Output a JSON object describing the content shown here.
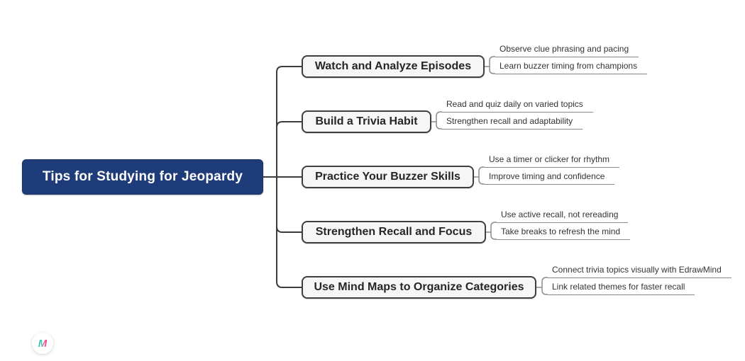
{
  "root": {
    "label": "Tips for Studying for Jeopardy"
  },
  "branches": [
    {
      "label": "Watch and Analyze Episodes",
      "children": [
        "Observe clue phrasing and pacing",
        "Learn buzzer timing from champions"
      ]
    },
    {
      "label": "Build a Trivia Habit",
      "children": [
        "Read and quiz daily on varied topics",
        "Strengthen recall and adaptability"
      ]
    },
    {
      "label": "Practice Your Buzzer Skills",
      "children": [
        "Use a timer or clicker for rhythm",
        "Improve timing and confidence"
      ]
    },
    {
      "label": "Strengthen Recall and Focus",
      "children": [
        "Use active recall, not rereading",
        "Take breaks to refresh the mind"
      ]
    },
    {
      "label": "Use Mind Maps to Organize Categories",
      "children": [
        "Connect trivia topics visually with EdrawMind",
        "Link related themes for faster recall"
      ]
    }
  ],
  "logo": {
    "glyph": "M",
    "name": "EdrawMind"
  },
  "colors": {
    "root_fill": "#1f3c7a",
    "root_text": "#ffffff",
    "topic_fill": "#f6f6f6",
    "topic_border": "#3f3f3f",
    "branch_line": "#3c3c3c",
    "subtopic_line": "#8a8a8a",
    "logo_teal": "#2bc8c6",
    "logo_pink": "#e64c8e"
  }
}
